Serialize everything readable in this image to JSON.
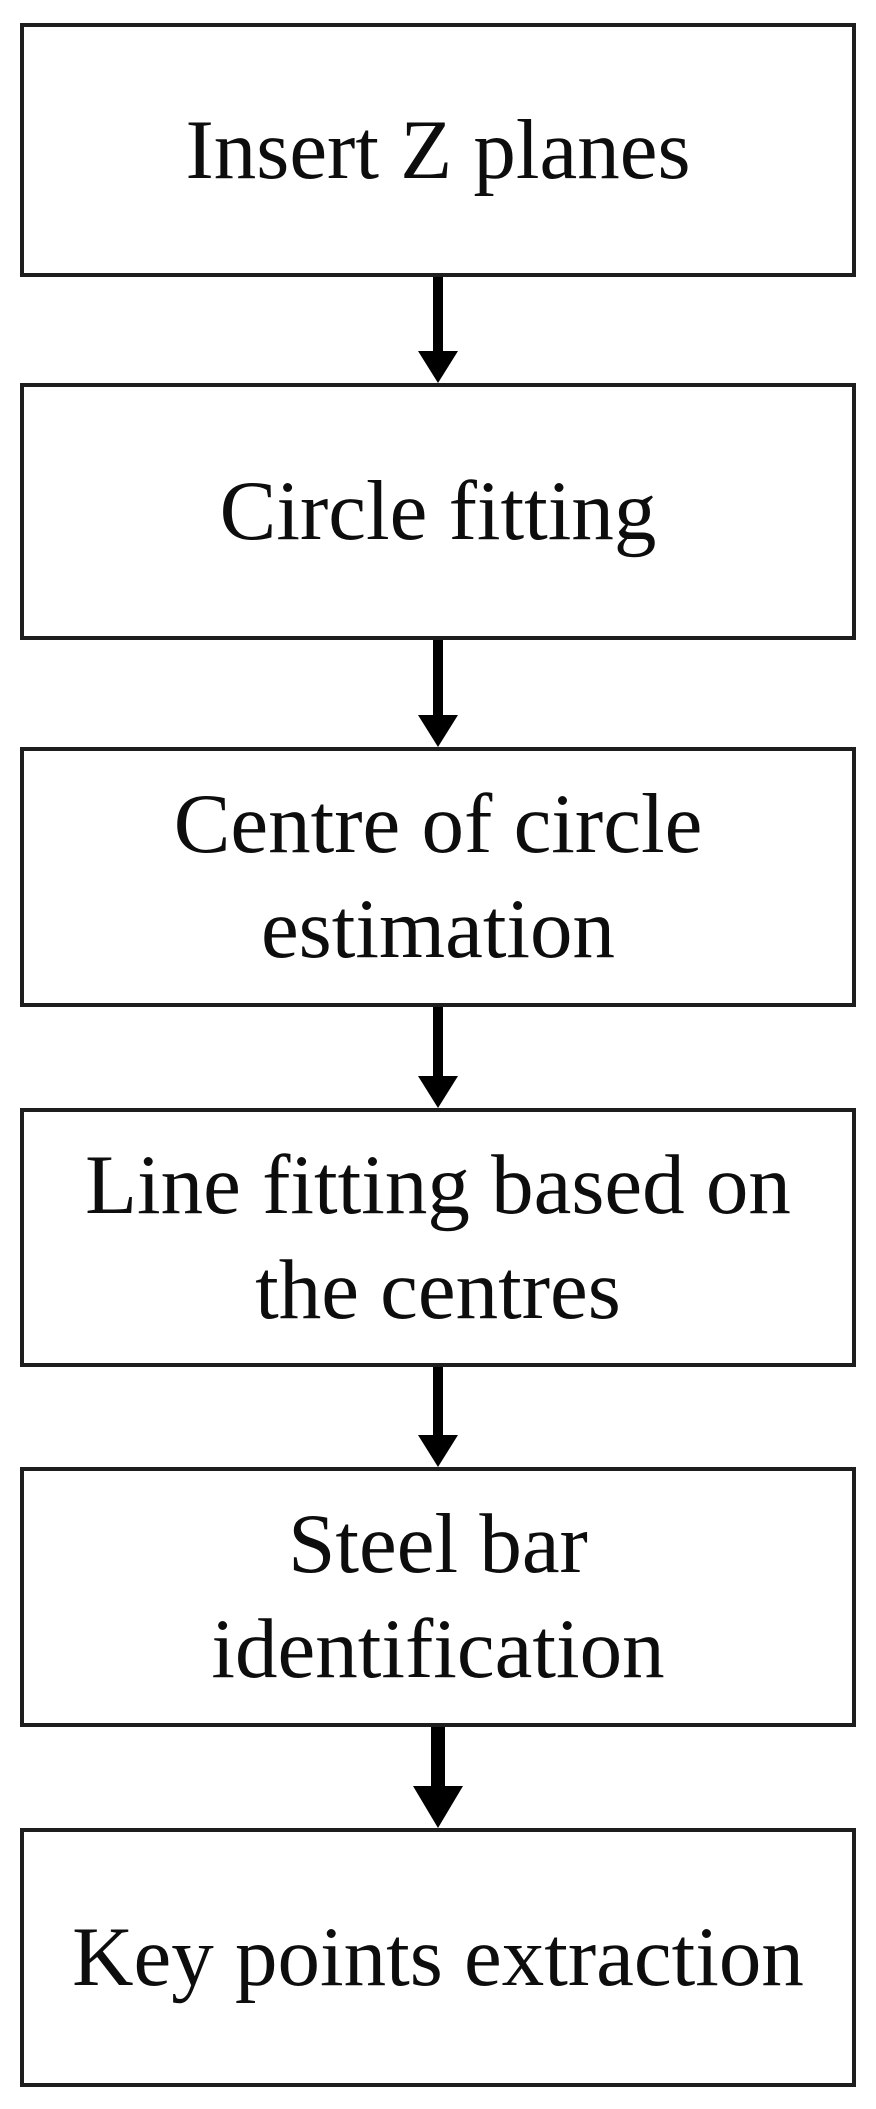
{
  "flowchart": {
    "type": "vertical-flowchart",
    "nodes": [
      {
        "id": "insert-z-planes",
        "label": "Insert Z planes"
      },
      {
        "id": "circle-fitting",
        "label": "Circle fitting"
      },
      {
        "id": "centre-of-circle-estimation",
        "label": "Centre of circle\nestimation"
      },
      {
        "id": "line-fitting-based-on-the-centres",
        "label": "Line fitting based on\nthe centres"
      },
      {
        "id": "steel-bar-identification",
        "label": "Steel bar\nidentification"
      },
      {
        "id": "key-points-extraction",
        "label": "Key points extraction"
      }
    ],
    "connections": [
      {
        "from": "insert-z-planes",
        "to": "circle-fitting",
        "direction": "down"
      },
      {
        "from": "circle-fitting",
        "to": "centre-of-circle-estimation",
        "direction": "down"
      },
      {
        "from": "centre-of-circle-estimation",
        "to": "line-fitting-based-on-the-centres",
        "direction": "down"
      },
      {
        "from": "line-fitting-based-on-the-centres",
        "to": "steel-bar-identification",
        "direction": "down"
      },
      {
        "from": "steel-bar-identification",
        "to": "key-points-extraction",
        "direction": "down",
        "style": "heavy"
      }
    ],
    "colors": {
      "background": "#ffffff",
      "box_fill": "#ffffff",
      "box_border": "#1e1e1e",
      "arrow": "#000000",
      "text": "#0d0d0d"
    }
  }
}
